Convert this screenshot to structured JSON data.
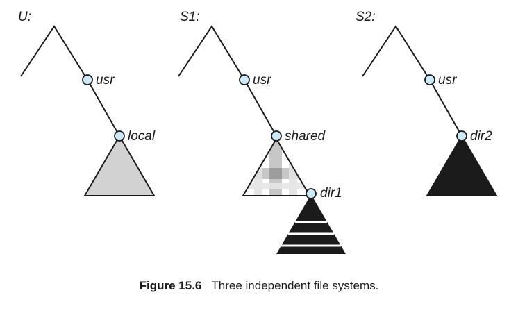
{
  "colors": {
    "line": "#1a1a1a",
    "node_fill": "#cde9f7",
    "local_fill": "#d2d2d2",
    "dark_fill": "#1b1b1b"
  },
  "systems": [
    {
      "title": "U:",
      "nodes": [
        "usr",
        "local"
      ]
    },
    {
      "title": "S1:",
      "nodes": [
        "usr",
        "shared",
        "dir1"
      ]
    },
    {
      "title": "S2:",
      "nodes": [
        "usr",
        "dir2"
      ]
    }
  ],
  "caption": {
    "number": "Figure 15.6",
    "text": "Three independent file systems."
  }
}
